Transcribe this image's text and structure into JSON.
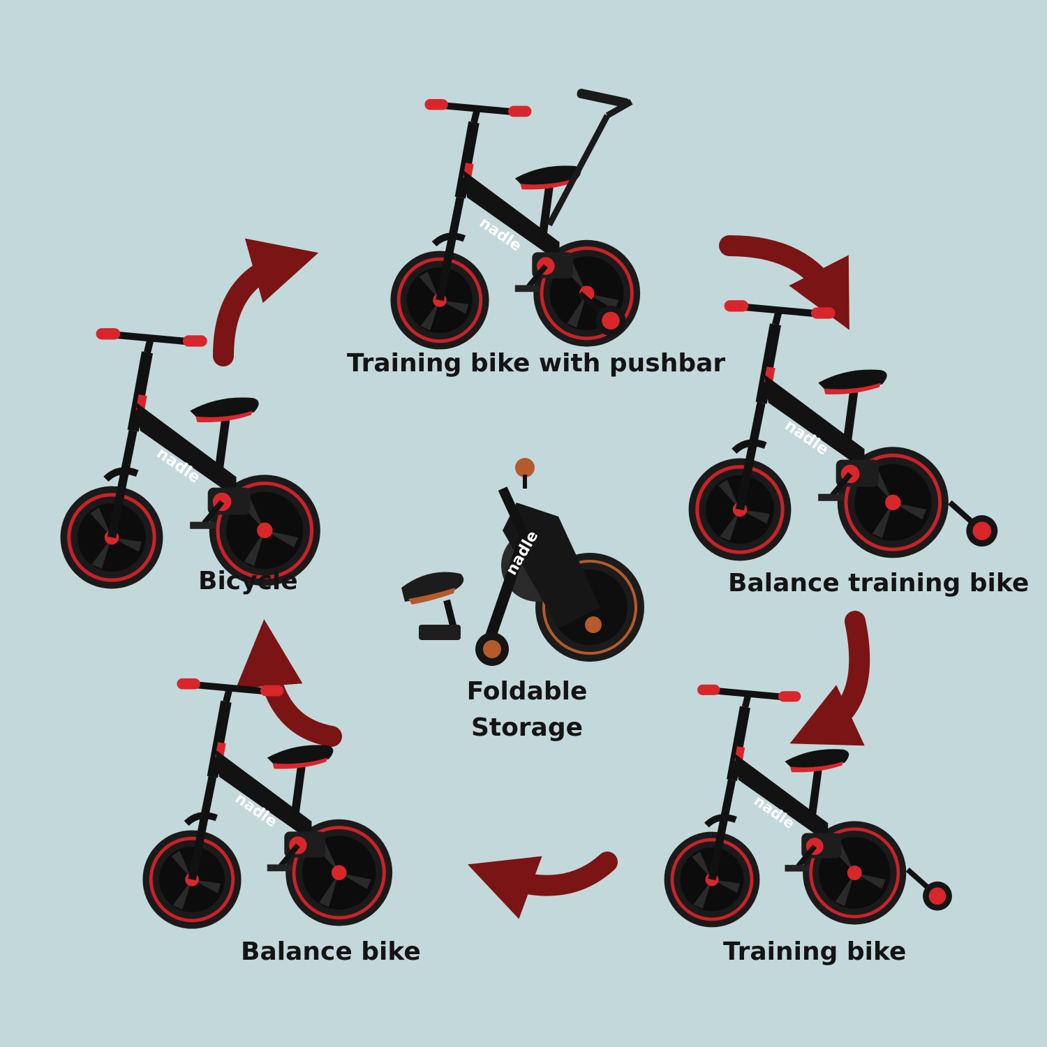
{
  "brand": "nadle",
  "colors": {
    "background": "#c3d8da",
    "arrow": "#7b1414",
    "frame": "#151515",
    "accent": "#d8262b",
    "label_text": "#141414"
  },
  "modes": [
    {
      "id": "pushbar",
      "label": "Training bike with pushbar"
    },
    {
      "id": "balance-training",
      "label": "Balance training bike"
    },
    {
      "id": "training",
      "label": "Training bike"
    },
    {
      "id": "balance",
      "label": "Balance bike"
    },
    {
      "id": "bicycle",
      "label": "Bicycle"
    }
  ],
  "center": {
    "line1": "Foldable",
    "line2": "Storage"
  }
}
